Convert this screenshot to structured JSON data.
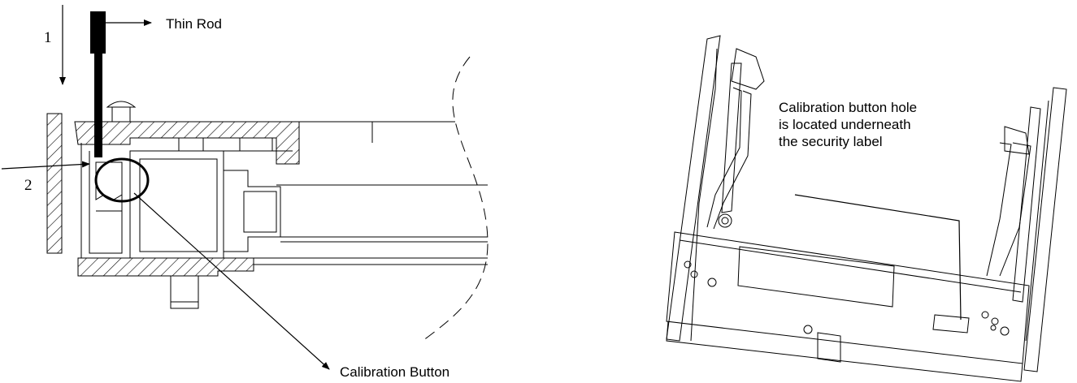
{
  "left_panel": {
    "step_1": "1",
    "step_2": "2",
    "thin_rod_label": "Thin Rod",
    "calibration_button_label": "Calibration Button"
  },
  "right_panel": {
    "note_lines": [
      "Calibration button hole",
      "is located underneath",
      "the security label"
    ]
  }
}
